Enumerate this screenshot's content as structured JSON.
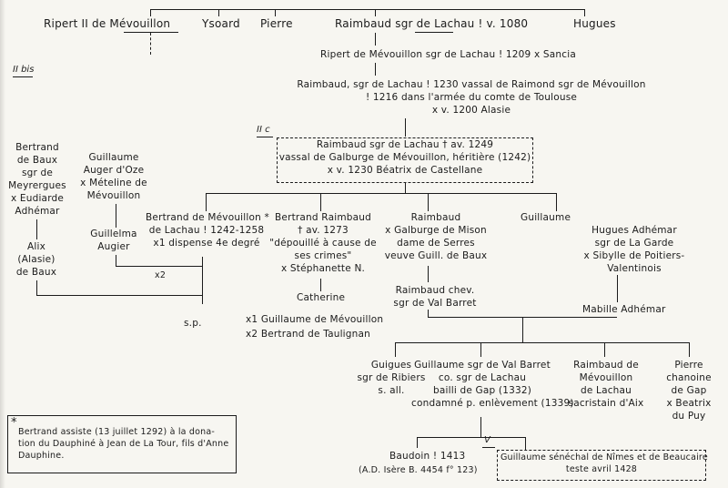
{
  "top": {
    "ripert": "Ripert II de Mévouillon",
    "ysoard": "Ysoard",
    "pierre": "Pierre",
    "raimbaud": "Raimbaud sgr de Lachau ! v. 1080",
    "hugues": "Hugues"
  },
  "tags": {
    "iibis": "II bis",
    "iic": "II c",
    "v": "V"
  },
  "gen2": "Ripert de Mévouillon sgr de Lachau ! 1209 x Sancia",
  "gen3": [
    "Raimbaud, sgr de Lachau ! 1230 vassal de Raimond sgr de Mévouillon",
    "! 1216 dans l'armée du comte de Toulouse",
    "x v. 1200 Alasie"
  ],
  "gen4": [
    "Raimbaud sgr de Lachau † av. 1249",
    "vassal de Galburge de Mévouillon, héritière (1242)",
    "x v. 1230 Béatrix de Castellane"
  ],
  "left": {
    "bertrand_baux": [
      "Bertrand",
      "de Baux",
      "sgr de",
      "Meyrergues",
      "x Eudiarde",
      "Adhémar"
    ],
    "alix": [
      "Alix",
      "(Alasie)",
      "de Baux"
    ],
    "guillaume_auger": [
      "Guillaume",
      "Auger d'Oze",
      "x Mételine de",
      "Mévouillon"
    ],
    "guillelma": [
      "Guillelma",
      "Augier"
    ],
    "x2": "x2",
    "sp": "s.p."
  },
  "children": {
    "bertrand_mev": [
      "Bertrand de Mévouillon *",
      "de Lachau ! 1242-1258",
      "x1 dispense 4e degré"
    ],
    "bertrand_raimbaud": [
      "Bertrand Raimbaud",
      "† av. 1273",
      "\"dépouillé à cause de",
      "ses crimes\"",
      "x Stéphanette N."
    ],
    "raimbaud": [
      "Raimbaud",
      "x Galburge de Mison",
      "dame de Serres",
      "veuve Guill. de Baux"
    ],
    "guillaume": "Guillaume",
    "hugues_adhemar": [
      "Hugues Adhémar",
      "sgr de La Garde",
      "x Sibylle de Poitiers-",
      "Valentinois"
    ]
  },
  "gen6": {
    "catherine": "Catherine",
    "cath_x1": "x1 Guillaume de Mévouillon",
    "cath_x2": "x2 Bertrand de Taulignan",
    "raimbaud_chev": [
      "Raimbaud chev.",
      "sgr de Val Barret"
    ],
    "mabille": "Mabille Adhémar"
  },
  "gen7": {
    "guigues": [
      "Guigues",
      "sgr de Ribiers",
      "s. all."
    ],
    "guillaume_valbarret": [
      "Guillaume sgr de Val Barret",
      "co. sgr de Lachau",
      "bailli de Gap (1332)",
      "condamné p. enlèvement (1339)"
    ],
    "raimbaud_mev": [
      "Raimbaud de",
      "Mévouillon",
      "de Lachau",
      "sacristain d'Aix"
    ],
    "pierre_chanoine": [
      "Pierre",
      "chanoine",
      "de Gap",
      "x Beatrix",
      "du Puy"
    ]
  },
  "gen8": {
    "baudoin": "Baudoin ! 1413",
    "baudoin_ref": "(A.D. Isère B. 4454 f° 123)",
    "guillaume_senechal": [
      "Guillaume sénéchal de Nîmes et de Beaucaire",
      "teste avril 1428"
    ]
  },
  "note": {
    "star": "*",
    "text": [
      "Bertrand assiste (13 juillet 1292) à la dona-",
      "tion du Dauphiné à Jean de La Tour, fils d'Anne",
      "Dauphine."
    ]
  }
}
